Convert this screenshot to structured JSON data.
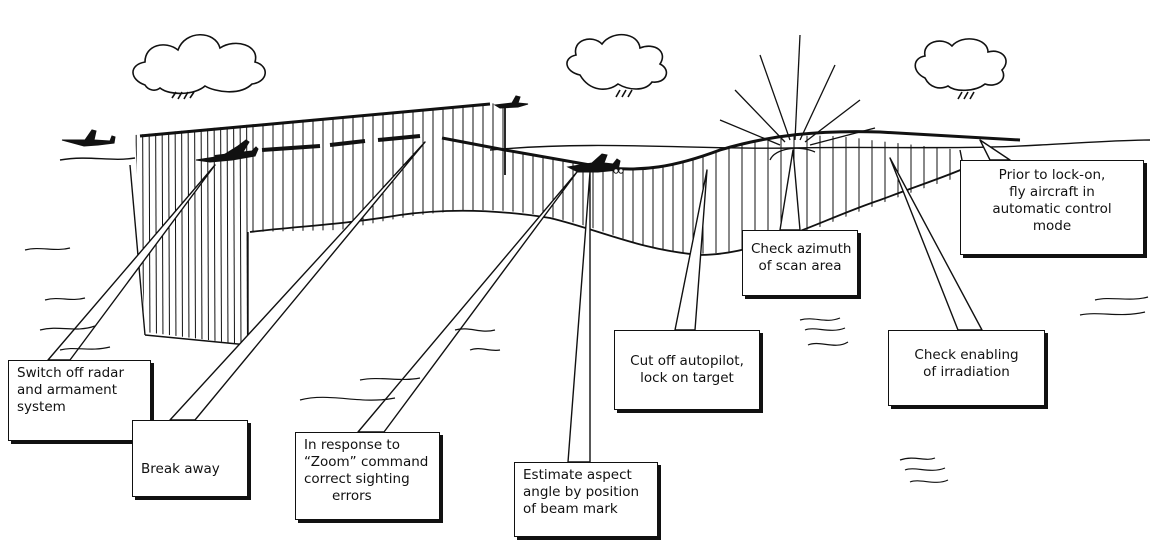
{
  "colors": {
    "ink": "#111111",
    "background": "#ffffff"
  },
  "callouts": {
    "switch_off": {
      "lines": [
        "Switch off radar",
        "and armament",
        "system"
      ]
    },
    "break_away": {
      "lines": [
        "Break away"
      ]
    },
    "zoom": {
      "lines": [
        "In response to",
        "“Zoom” command",
        "correct sighting",
        "errors"
      ]
    },
    "aspect": {
      "lines": [
        "Estimate aspect",
        "angle by position",
        "of beam mark"
      ]
    },
    "cut_off": {
      "lines": [
        "Cut off autopilot,",
        "lock on target"
      ]
    },
    "azimuth": {
      "lines": [
        "Check azimuth",
        "of scan area"
      ]
    },
    "irradiation": {
      "lines": [
        "Check enabling",
        "of irradiation"
      ]
    },
    "prior": {
      "lines": [
        "Prior to lock-on,",
        "fly aircraft in",
        "automatic control",
        "mode"
      ]
    }
  },
  "icons": [
    "cloud-icon",
    "sun-icon",
    "aircraft-icon",
    "water-wave-icon"
  ]
}
